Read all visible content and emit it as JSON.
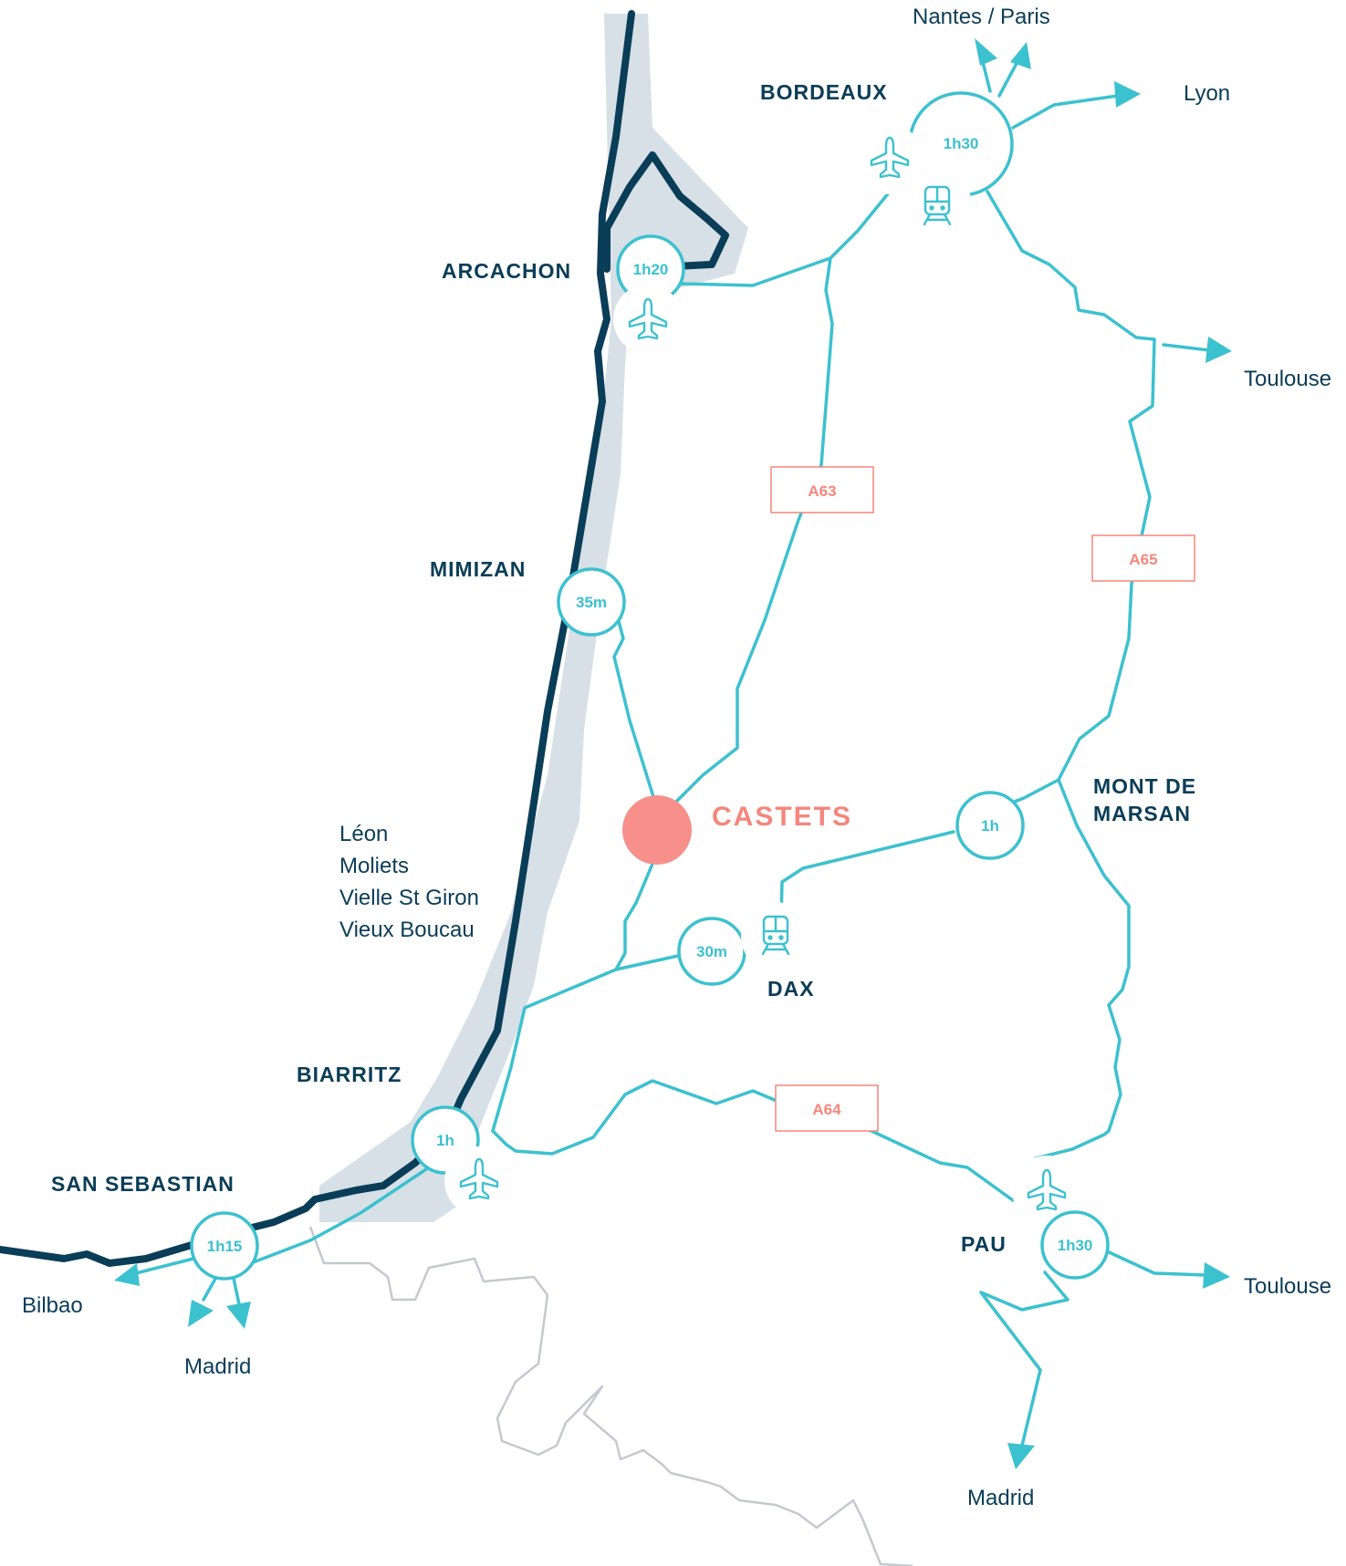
{
  "colors": {
    "route": "#3cc1cf",
    "coast": "#0a3d57",
    "shore_band": "#d7e0e6",
    "border": "#c5c8d0",
    "highlight": "#f5867b",
    "castets_dot": "#f7908a"
  },
  "places": {
    "bordeaux": "BORDEAUX",
    "arcachon": "ARCACHON",
    "mimizan": "MIMIZAN",
    "castets": "CASTETS",
    "mont_de_marsan_1": "MONT DE",
    "mont_de_marsan_2": "MARSAN",
    "dax": "DAX",
    "biarritz": "BIARRITZ",
    "san_sebastian": "SAN SEBASTIAN",
    "pau": "PAU"
  },
  "coast_towns": [
    "Léon",
    "Moliets",
    "Vielle St Giron",
    "Vieux Boucau"
  ],
  "destinations": {
    "nantes_paris": "Nantes / Paris",
    "lyon": "Lyon",
    "toulouse_north": "Toulouse",
    "toulouse_south": "Toulouse",
    "bilbao": "Bilbao",
    "madrid_west": "Madrid",
    "madrid_east": "Madrid"
  },
  "times": {
    "bordeaux": "1h30",
    "arcachon": "1h20",
    "mimizan": "35m",
    "mont_de_marsan": "1h",
    "dax": "30m",
    "biarritz": "1h",
    "san_sebastian": "1h15",
    "pau": "1h30"
  },
  "roads": {
    "a63": "A63",
    "a65": "A65",
    "a64": "A64"
  },
  "icons": {
    "bordeaux_plane": "plane-icon",
    "bordeaux_train": "train-icon",
    "arcachon_plane": "plane-icon",
    "dax_train": "train-icon",
    "biarritz_plane": "plane-icon",
    "pau_plane": "plane-icon"
  }
}
